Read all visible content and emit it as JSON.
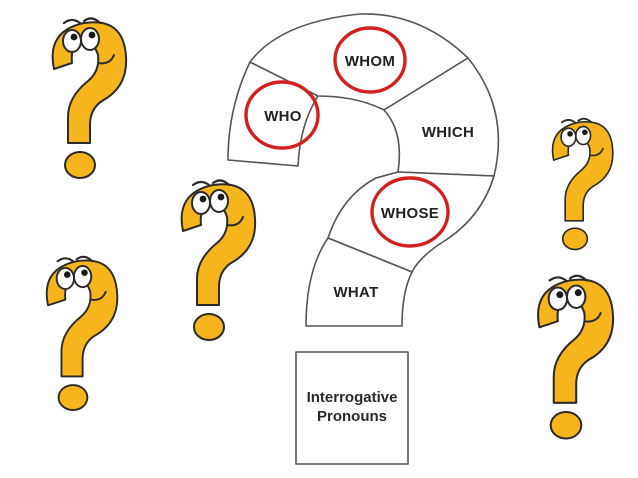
{
  "segments": {
    "whom": "WHOM",
    "who": "WHO",
    "which": "WHICH",
    "whose": "WHOSE",
    "what": "WHAT"
  },
  "highlighted": [
    "WHOM",
    "WHO",
    "WHOSE"
  ],
  "caption": {
    "line1": "Interrogative",
    "line2": "Pronouns"
  },
  "colors": {
    "highlight_ring": "#d41f1f",
    "mascot_fill": "#f6b51c",
    "mascot_outline": "#2b2b2b",
    "segment_stroke": "#555555"
  },
  "icons": [
    "question-mark-mascot-icon"
  ]
}
